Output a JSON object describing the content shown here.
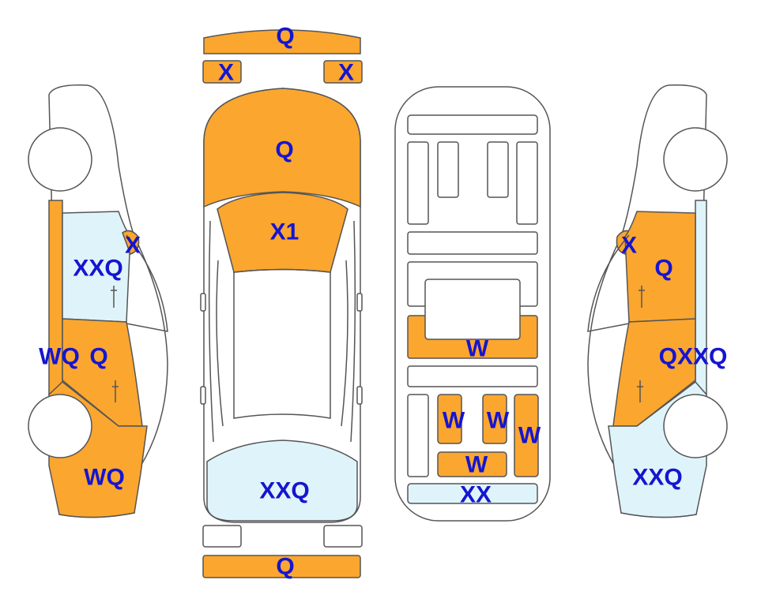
{
  "colors": {
    "damage_fill": "#FBA62F",
    "glass_fill": "#DFF4FA",
    "label_color": "#1515D0",
    "outline": "#555555"
  },
  "labels": {
    "front_bumper": "Q",
    "headlight_left": "X",
    "headlight_right": "X",
    "hood": "Q",
    "windshield": "X1",
    "rear_window": "XXQ",
    "rear_bumper": "Q",
    "floor_mid": "W",
    "floor_left": "W",
    "floor_center": "W",
    "floor_right": "W",
    "floor_lower": "W",
    "floor_rear": "XX",
    "left_mirror": "X",
    "left_front_window": "XXQ",
    "left_front_door_outer": "WQ",
    "left_front_door": "Q",
    "left_rear_quarter": "WQ",
    "right_mirror": "X",
    "right_front_door": "Q",
    "right_rear_door": "QXXQ",
    "right_rear_quarter": "XXQ"
  }
}
